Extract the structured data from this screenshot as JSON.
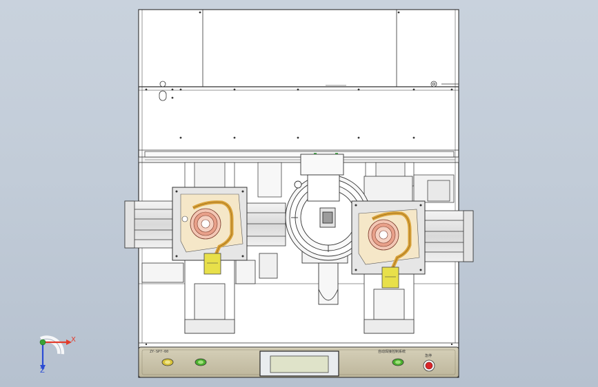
{
  "colors": {
    "background_top": "#c9d2dd",
    "background_bottom": "#b6c1cf",
    "frame_line": "#2f2f2f",
    "plate_fill": "#ffffff",
    "module_fill": "#e6e6e6",
    "heater_pad": "#f5e7c8",
    "coil_outer": "#e8a08a",
    "coil_inner": "#f3c6b4",
    "cable_orange": "#d9a33a",
    "connector_yellow": "#e8e04a",
    "control_panel": "#c8c1a6",
    "lcd_screen": "#dfe3c9",
    "pilot_lamp_green": "#4caf2f",
    "pilot_lamp_yellow": "#d7c23a",
    "estop_red": "#d8262a",
    "triad_x": "#e23b2b",
    "triad_y": "#3aa335",
    "triad_z": "#2a4bd4"
  },
  "control_panel": {
    "left_label": "ZY-SP7-60",
    "right_label": "自动焊接控制系统",
    "estop_label": "急停"
  },
  "triad": {
    "x_label": "X",
    "z_label": "Z"
  }
}
